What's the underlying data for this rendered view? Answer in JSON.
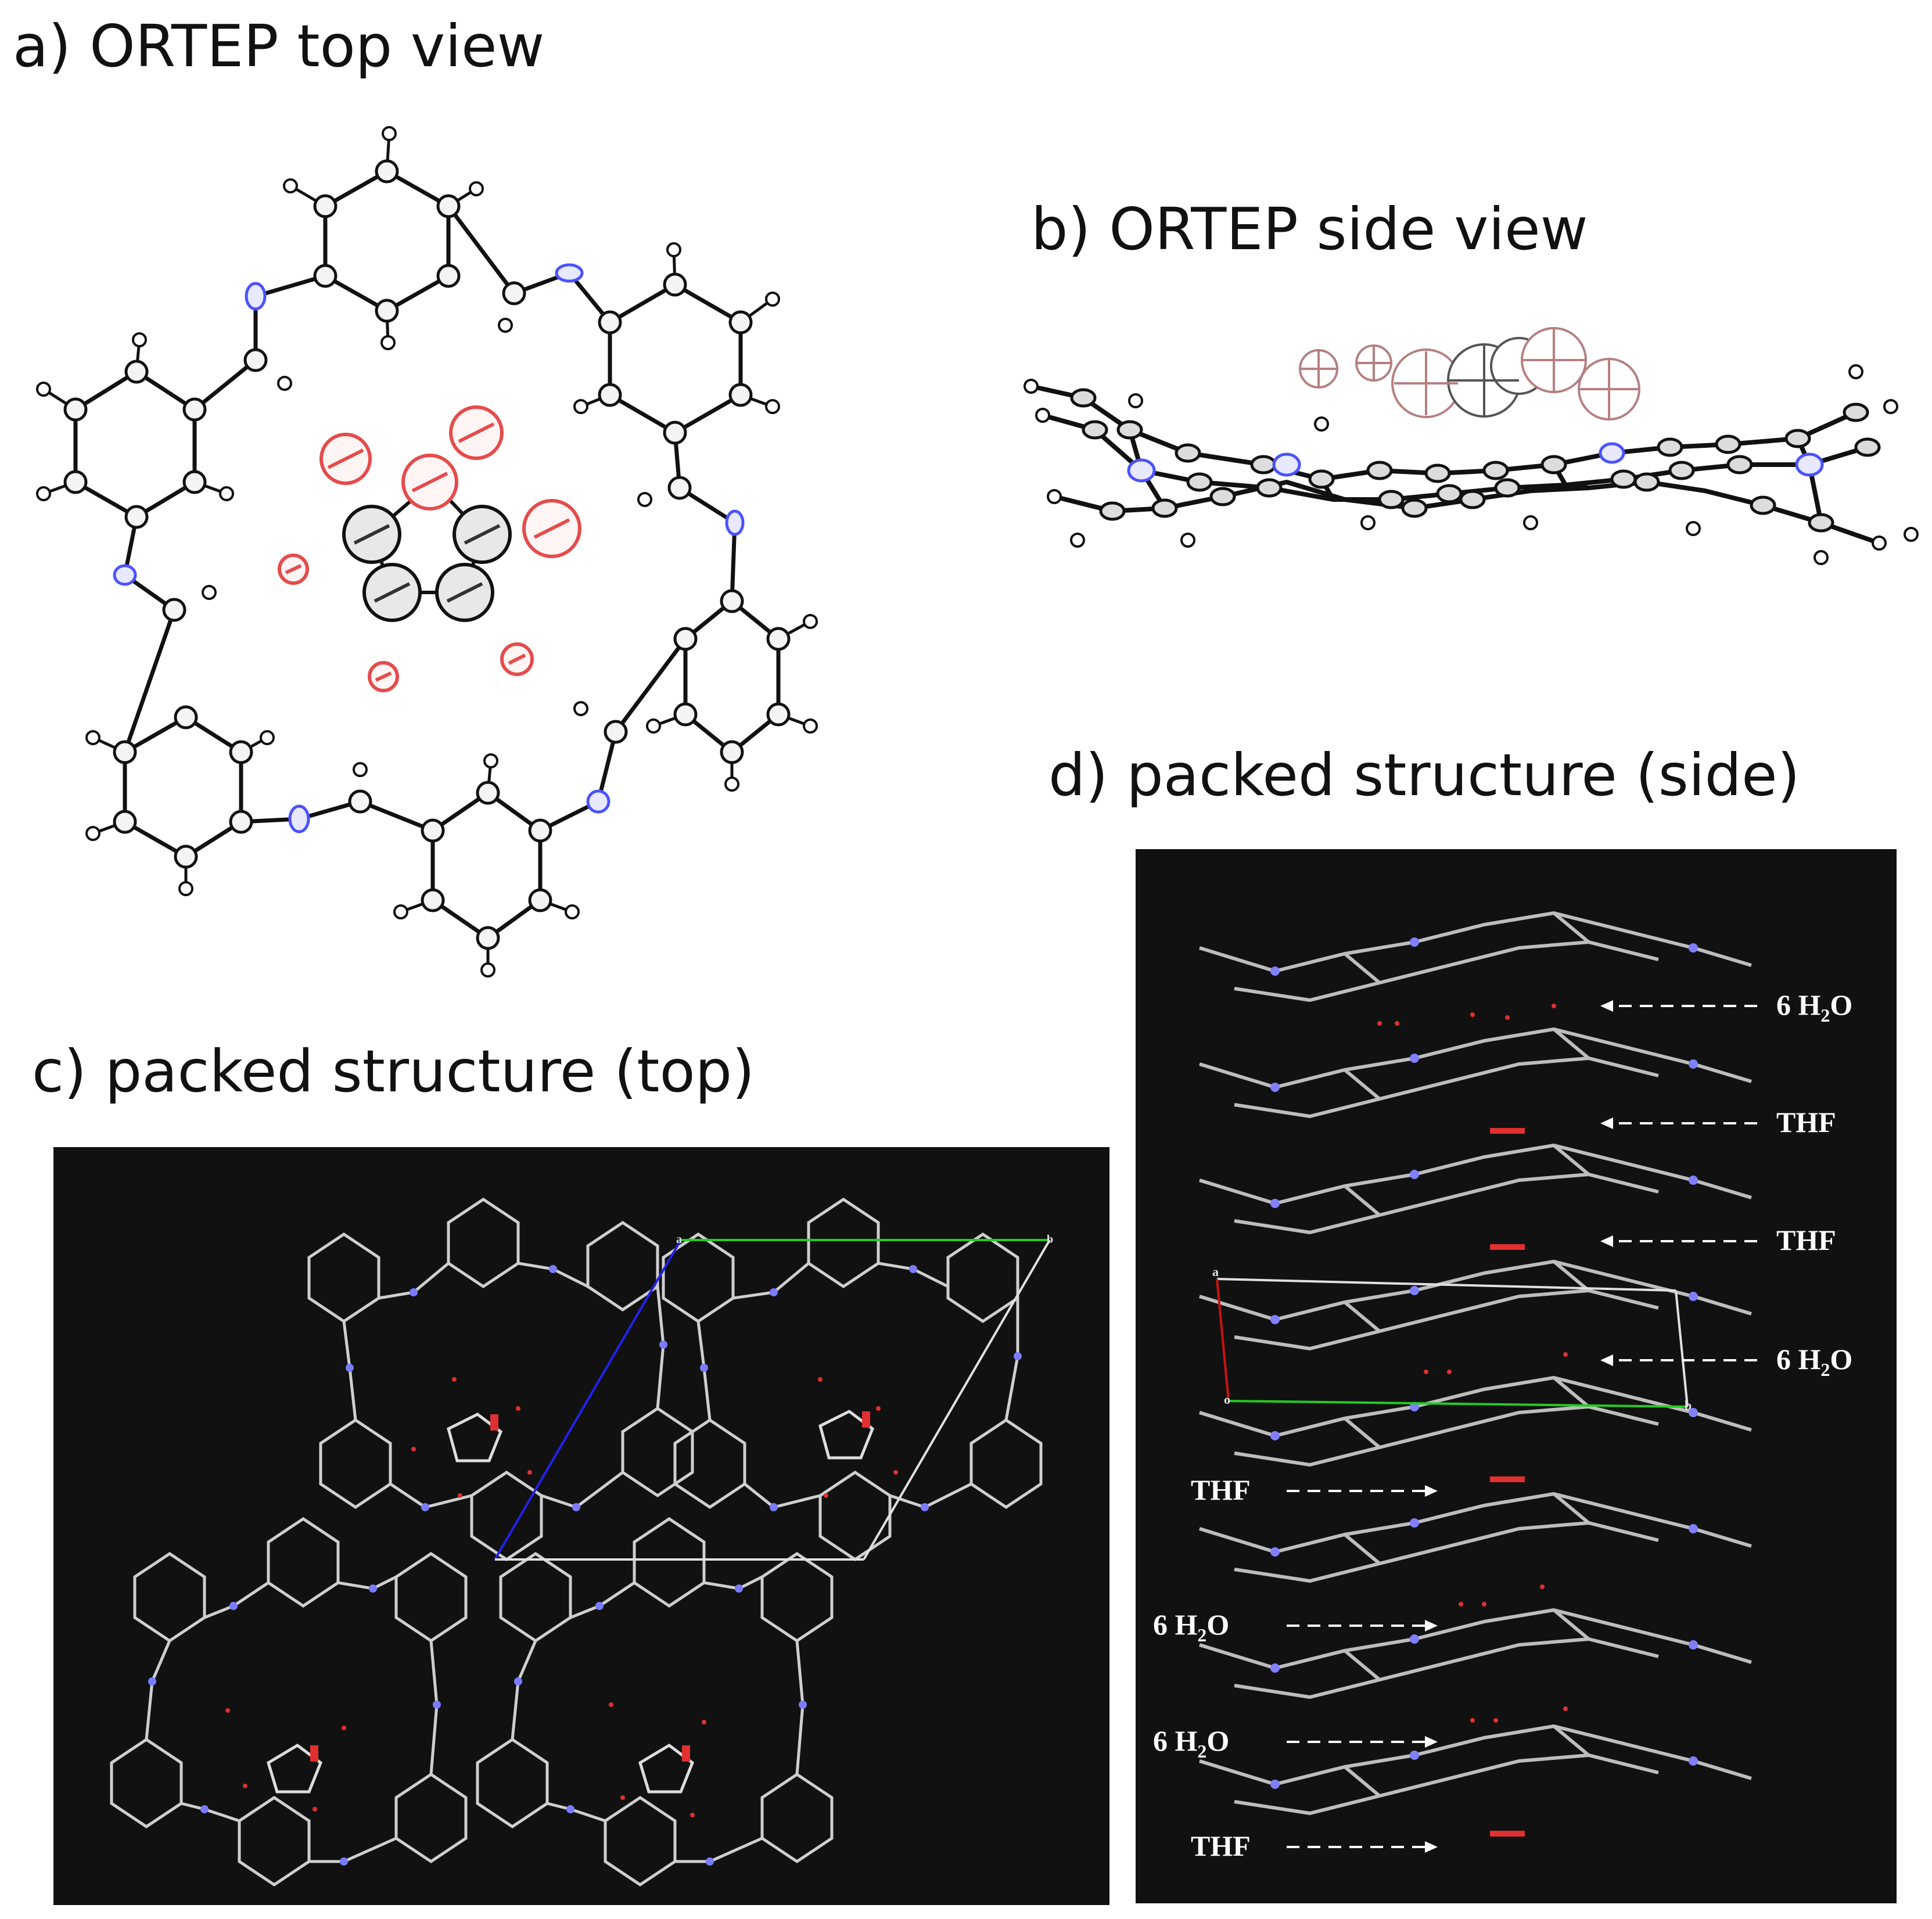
{
  "panels": {
    "a": {
      "title": "a) ORTEP top view"
    },
    "b": {
      "title": "b) ORTEP side view"
    },
    "c": {
      "title": "c) packed structure (top)",
      "cell_axes": [
        "a",
        "b"
      ]
    },
    "d": {
      "title": "d) packed structure (side)",
      "cell_axes": [
        "a",
        "o",
        "b"
      ],
      "annotations": [
        {
          "base": "6 H",
          "sub": "2",
          "tail": "O"
        },
        {
          "base": "THF"
        },
        {
          "base": "THF"
        },
        {
          "base": "6 H",
          "sub": "2",
          "tail": "O"
        },
        {
          "base": "THF"
        },
        {
          "base": "6 H",
          "sub": "2",
          "tail": "O"
        },
        {
          "base": "6 H",
          "sub": "2",
          "tail": "O"
        },
        {
          "base": "THF"
        }
      ]
    }
  },
  "colors": {
    "carbon": "#222222",
    "nitrogen": "#4a52ff",
    "oxygen": "#e64b4b",
    "hydrogen": "#ffffff",
    "dark_background": "#111111",
    "packed_bond": "#cfcfcf",
    "unit_cell_green": "#22cc22",
    "unit_cell_blue": "#2222ee",
    "unit_cell_red": "#cc1111"
  }
}
